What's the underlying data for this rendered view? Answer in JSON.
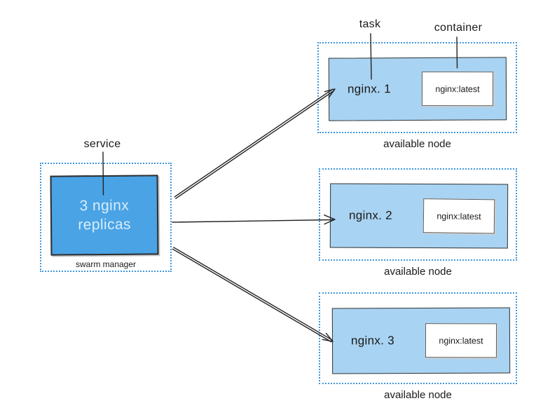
{
  "pointer_labels": {
    "service": "service",
    "task": "task",
    "container": "container"
  },
  "service": {
    "line1": "3 nginx",
    "line2": "replicas",
    "caption": "swarm manager"
  },
  "nodes": [
    {
      "task": "nginx. 1",
      "container": "nginx:latest",
      "caption": "available node"
    },
    {
      "task": "nginx. 2",
      "container": "nginx:latest",
      "caption": "available node"
    },
    {
      "task": "nginx. 3",
      "container": "nginx:latest",
      "caption": "available node"
    }
  ],
  "colors": {
    "service_fill": "#4aa3e5",
    "node_fill": "#a9d3f2",
    "dotted_border": "#3e97de",
    "service_text": "#d8edfa",
    "arrow": "#222222",
    "text": "#1a1a1a"
  }
}
